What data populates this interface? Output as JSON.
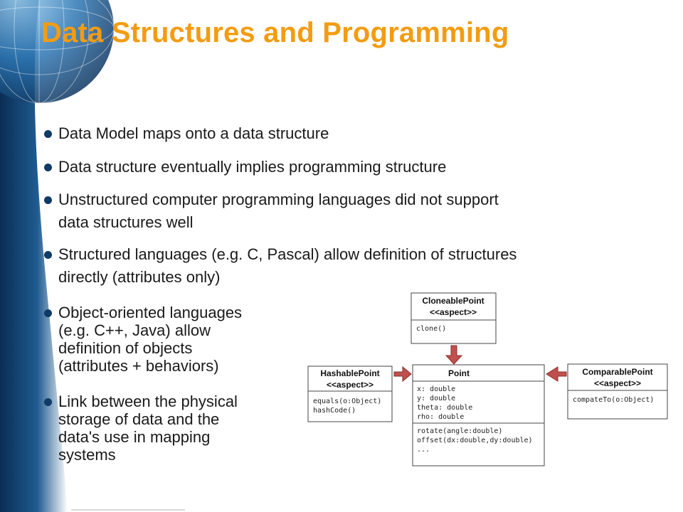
{
  "slide": {
    "title": "Data Structures and Programming",
    "bullets": [
      {
        "lines": [
          "Data Model maps onto a data structure"
        ]
      },
      {
        "lines": [
          "Data structure eventually implies programming structure"
        ]
      },
      {
        "lines": [
          "Unstructured computer programming languages did not support",
          "data structures well"
        ]
      },
      {
        "lines": [
          "Structured languages (e.g. C, Pascal) allow definition of structures",
          "directly (attributes only)"
        ]
      },
      {
        "lines": [
          "Object-oriented languages",
          "(e.g. C++, Java) allow",
          "definition of objects",
          "(attributes + behaviors)"
        ]
      },
      {
        "lines": [
          "Link between the physical",
          "storage of data and the",
          "data's use in mapping",
          "systems"
        ]
      }
    ]
  },
  "uml": {
    "cloneable": {
      "name": "CloneablePoint",
      "stereotype": "<<aspect>>",
      "methods": [
        "clone()"
      ]
    },
    "hashable": {
      "name": "HashablePoint",
      "stereotype": "<<aspect>>",
      "methods": [
        "equals(o:Object)",
        "hashCode()"
      ]
    },
    "point": {
      "name": "Point",
      "attributes": [
        "x: double",
        "y: double",
        "theta: double",
        "rho: double"
      ],
      "methods": [
        "rotate(angle:double)",
        "offset(dx:double,dy:double)",
        "..."
      ]
    },
    "comparable": {
      "name": "ComparablePoint",
      "stereotype": "<<aspect>>",
      "methods": [
        "compateTo(o:Object)"
      ]
    }
  },
  "colors": {
    "title": "#f39c12",
    "bullet": "#0f3b66",
    "arrow": "#c0504d",
    "band": "#0f3b66"
  }
}
